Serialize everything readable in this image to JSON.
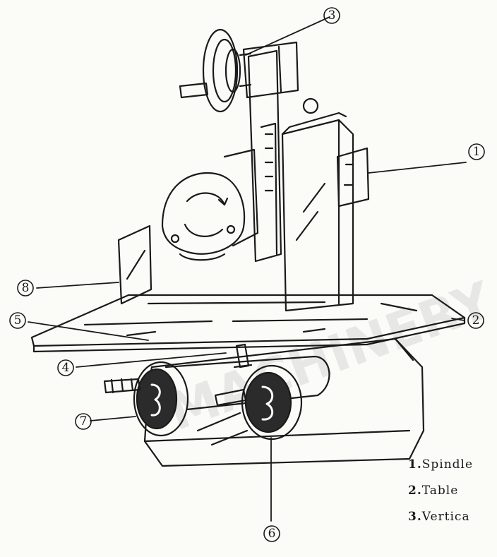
{
  "diagram": {
    "callouts": [
      {
        "id": "callout-1",
        "label": "1"
      },
      {
        "id": "callout-2",
        "label": "2"
      },
      {
        "id": "callout-3",
        "label": "3"
      },
      {
        "id": "callout-4",
        "label": "4"
      },
      {
        "id": "callout-5",
        "label": "5"
      },
      {
        "id": "callout-6",
        "label": "6"
      },
      {
        "id": "callout-7",
        "label": "7"
      },
      {
        "id": "callout-8",
        "label": "8"
      }
    ],
    "legend": [
      {
        "number": "1.",
        "text": "Spindle"
      },
      {
        "number": "2.",
        "text": "Table"
      },
      {
        "number": "3.",
        "text": "Vertica"
      }
    ],
    "watermark_text": "MACHINERY",
    "colors": {
      "ink": "#1a1a1a",
      "paper": "#fbfbf8",
      "watermark": "#d8d8d8"
    }
  }
}
